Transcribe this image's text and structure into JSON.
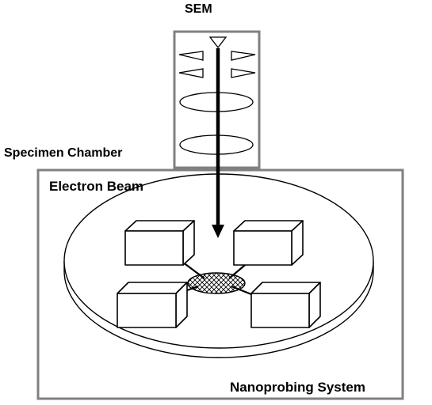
{
  "labels": {
    "sem": "SEM",
    "specimen_chamber": "Specimen Chamber",
    "electron_beam": "Electron Beam",
    "nanoprobing_system": "Nanoprobing System"
  },
  "colors": {
    "stroke": "#000000",
    "frame": "#808080",
    "background": "#ffffff"
  }
}
